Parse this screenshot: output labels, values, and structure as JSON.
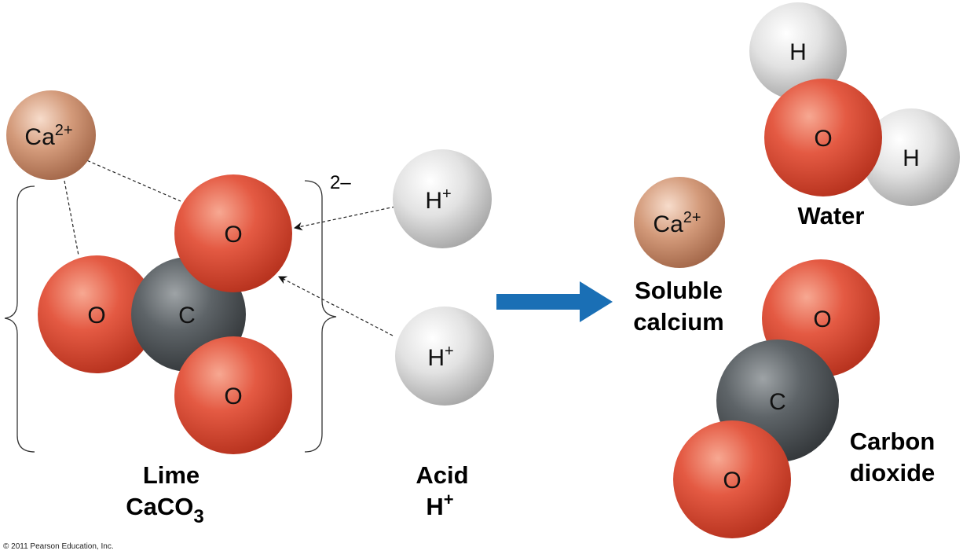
{
  "colors": {
    "oxygen": "#e2533e",
    "carbon": "#5b6064",
    "hydrogen": "#dcdcdc",
    "calcium": "#cf9474",
    "arrow": "#1a6fb5"
  },
  "left": {
    "ca": {
      "symbol": "Ca",
      "charge": "2+"
    },
    "o_top": "O",
    "o_left": "O",
    "o_bottom": "O",
    "c": "C",
    "bracket_charge": "2–",
    "caption_line1": "Lime",
    "caption_line2": "CaCO",
    "caption_sub": "3"
  },
  "acid": {
    "h1": {
      "symbol": "H",
      "charge": "+"
    },
    "h2": {
      "symbol": "H",
      "charge": "+"
    },
    "caption_line1": "Acid",
    "caption_line2": "H",
    "caption_sup": "+"
  },
  "products": {
    "ca": {
      "symbol": "Ca",
      "charge": "2+"
    },
    "ca_caption_line1": "Soluble",
    "ca_caption_line2": "calcium",
    "water": {
      "h1": "H",
      "o": "O",
      "h2": "H",
      "caption": "Water"
    },
    "co2": {
      "o1": "O",
      "c": "C",
      "o2": "O",
      "caption_line1": "Carbon",
      "caption_line2": "dioxide"
    }
  },
  "copyright": "© 2011 Pearson Education, Inc."
}
